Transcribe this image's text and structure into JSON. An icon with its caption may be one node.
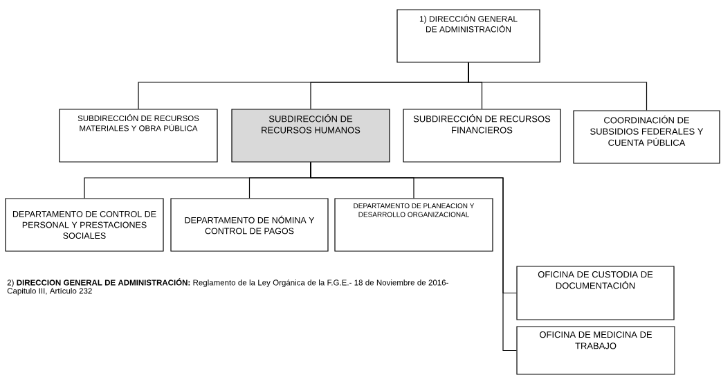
{
  "diagram": {
    "nodes": [
      {
        "text": [
          "1) DIRECCIÓN GENERAL DE ADMINISTRACIÓN"
        ]
      },
      {
        "text": [
          "SUBDIRECCIÓN DE RECURSOS MATERIALES Y OBRA PÚBLICA"
        ]
      },
      {
        "text": [
          "SUBDIRECCIÓN DE RECURSOS HUMANOS"
        ]
      },
      {
        "text": [
          "SUBDIRECCIÓN DE RECURSOS FINANCIEROS"
        ]
      },
      {
        "text": [
          "COORDINACIÓN DE SUBSIDIOS FEDERALES Y CUENTA PÚBLICA"
        ]
      },
      {
        "text": [
          "DEPARTAMENTO DE CONTROL DE PERSONAL Y PRESTACIONES SOCIALES"
        ]
      },
      {
        "text": [
          "DEPARTAMENTO DE NÓMINA Y CONTROL DE PAGOS"
        ]
      },
      {
        "text": [
          "DEPARTAMENTO DE PLANEACION Y DESARROLLO ORGANIZACIONAL"
        ]
      },
      {
        "text": [
          "OFICINA DE CUSTODIA DE DOCUMENTACIÓN"
        ]
      },
      {
        "text": [
          "OFICINA DE MEDICINA DE TRABAJO"
        ]
      }
    ],
    "edges": [
      {
        "from": 0,
        "to": 1,
        "arrow": "none"
      },
      {
        "from": 0,
        "to": 2,
        "arrow": "none"
      },
      {
        "from": 0,
        "to": 3,
        "arrow": "none"
      },
      {
        "from": 0,
        "to": 4,
        "arrow": "none"
      },
      {
        "from": 2,
        "to": 5,
        "arrow": "none"
      },
      {
        "from": 2,
        "to": 6,
        "arrow": "none"
      },
      {
        "from": 2,
        "to": 7,
        "arrow": "none"
      },
      {
        "from": 2,
        "to": 8,
        "arrow": "none"
      },
      {
        "from": 2,
        "to": 9,
        "arrow": "none"
      }
    ],
    "labels": [
      "2) **DIRECCION GENERAL DE ADMINISTRACIÓN:** Reglamento de  la Ley Orgánica de la F.G.E.- 18 de Noviembre de 2016- Capitulo III, Artículo 232"
    ]
  }
}
